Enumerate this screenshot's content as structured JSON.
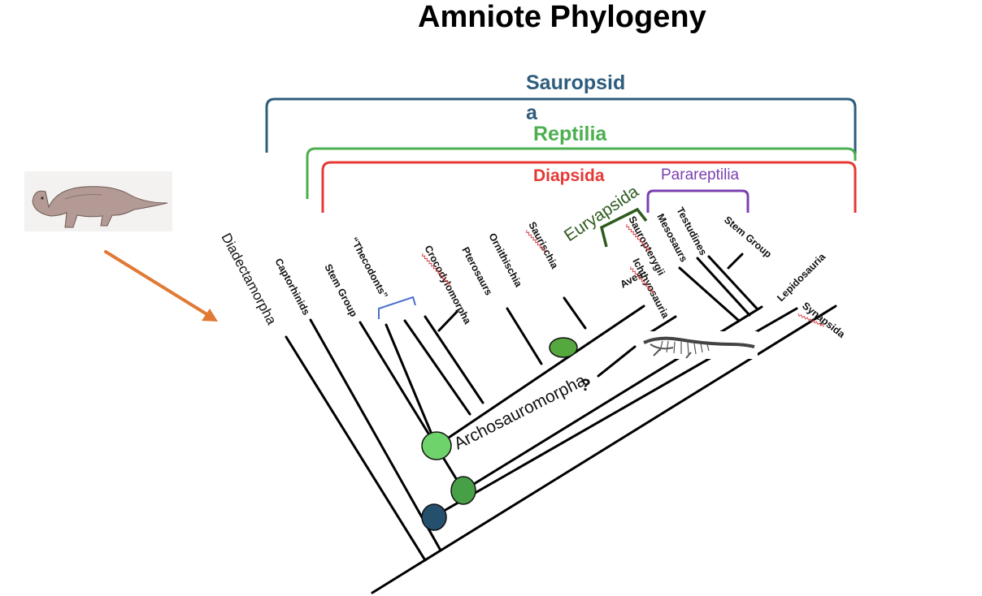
{
  "title": "Amniote Phylogeny",
  "groups": {
    "sauropsida": "Sauropsid",
    "sauropsida_wrap": "a",
    "reptilia": "Reptilia",
    "diapsida": "Diapsida",
    "parareptilia": "Parareptilia",
    "euryapsida": "Euryapsida",
    "archosauromorpha": "Archosauromorpha"
  },
  "taxa": {
    "diadectamorpha": "Diadectamorpha",
    "captorhinids": "Captorhinids",
    "stem_group_1": "Stem Group",
    "thecodonts": "“Thecodonts”",
    "crocodylomorpha": "Crocodylomorpha",
    "pterosaurs": "Pterosaurs",
    "ornithischia": "Ornithischia",
    "saurischia": "Saurischia",
    "aves": "Aves",
    "sauropterygii": "Sauropterygii",
    "ichthyosauria": "Ichthyosauria",
    "mesosaurs": "Mesosaurs",
    "testudines": "Testudines",
    "stem_group_2": "Stem Group",
    "lepidosauria": "Lepidosauria",
    "synapsida": "Synapsida"
  },
  "question_mark": "?",
  "colors": {
    "sauropsida": "#2e5d7e",
    "reptilia": "#4caf50",
    "diapsida": "#e53935",
    "parareptilia": "#7b3fb0",
    "euryapsida": "#2f5b1e",
    "thecodonts_bracket": "#4a6fd0",
    "arrow": "#e07a35",
    "node_amniota": "#24506e",
    "node_reptilia": "#48a046",
    "node_archosauromorpha": "#6dd36a",
    "node_archosauria": "#55a83e"
  },
  "icons": [
    "synapsid-animal-illustration",
    "ichthyosaur-skeleton-illustration"
  ]
}
